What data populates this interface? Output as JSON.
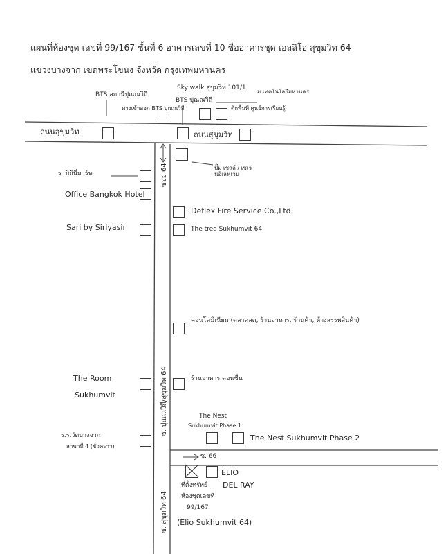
{
  "header": {
    "line1": "แผนที่ห้องชุด เลขที่ 99/167 ชั้นที่ 6 อาคารเลขที่ 10 ชื่ออาคารชุด เอลลิโอ สุขุมวิท 64",
    "line2": "แขวงบางจาก เขตพระโขนง จังหวัด กรุงเทพมหานคร"
  },
  "roads": {
    "sukhumvit_left": "ถนนสุขุมวิท",
    "sukhumvit_right": "ถนนสุขุมวิท",
    "soi64_vertical": "ซอย 64",
    "soi64_lower": "ซ. ปุณณวิถี/สุขุมวิท 64",
    "soi_lower_left": "ซ. สุขุมวิท 64",
    "soi_branch": "ซ. 66"
  },
  "landmarks": {
    "bts_punnawithi": "BTS สถานีปุณณวิถี",
    "bts_sub": "ทางเข้าออก BTS ปุณณวิถี",
    "skywalk": "Sky walk สุขุมวิท 101/1",
    "bts_udomsuk": "BTS ปุณณวิถี",
    "top_right_1": "ม.เทคโนโลยีมหานคร",
    "top_right_2": "ตึกพื้นที่ ศูนย์การเรียนรู้",
    "gas_station": "ปั๊ม เชลล์ / เซเว่นอีเลฟเว่น",
    "hospital": "ร. บิกินี่มาร์ท",
    "office_bangkok": "Office Bangkok Hotel",
    "sari": "Sari by Siriyasiri",
    "deflex": "Deflex Fire Service Co.,Ltd.",
    "tree": "The tree Sukhumvit 64",
    "condo_strip": "คอนโดมิเนียม (ตลาดสด, ร้านอาหาร, ร้านค้า, ห้างสรรพสินค้า)",
    "restaurant": "ร้านอาหาร ดอนชื่น",
    "the_room_1": "The Room",
    "the_room_2": "Sukhumvit",
    "nest_phase1_1": "The Nest",
    "nest_phase1_2": "Sukhumvit Phase 1",
    "nest_phase2": "The Nest Sukhumvit Phase 2",
    "school_1": "ร.ร.วัดบางจาก",
    "school_2": "สาขาที่ 4 (ชั่วคราว)",
    "elio_1": "ELIO",
    "elio_2": "DEL RAY",
    "target_1": "ที่ตั้งทรัพย์",
    "target_2": "ห้องชุดเลขที่",
    "target_3": "99/167",
    "target_4": "(Elio Sukhumvit 64)"
  }
}
